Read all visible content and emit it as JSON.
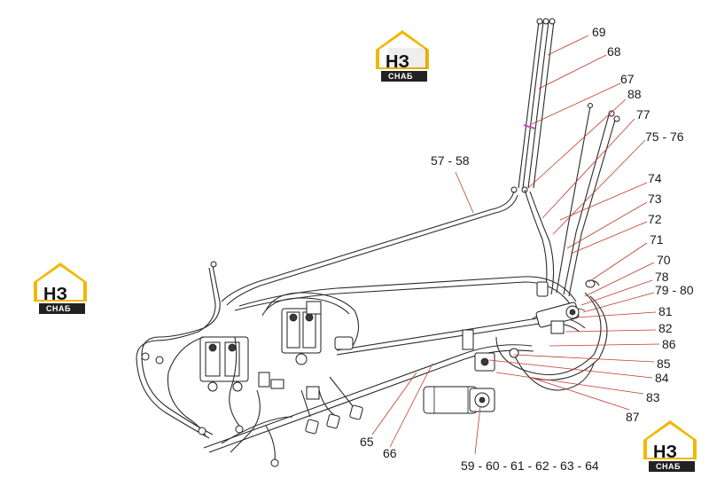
{
  "colors": {
    "logo_gold": "#f2b705",
    "logo_dark": "#222222",
    "leader_red": "#c0392b",
    "line_black": "#2b2b2b"
  },
  "logos": [
    {
      "letters": "НЗ",
      "word": "СНАБ"
    },
    {
      "letters": "НЗ",
      "word": "СНАБ"
    },
    {
      "letters": "НЗ",
      "word": "СНАБ"
    }
  ],
  "callouts": [
    {
      "id": "c69",
      "label": "69"
    },
    {
      "id": "c68",
      "label": "68"
    },
    {
      "id": "c67",
      "label": "67"
    },
    {
      "id": "c88",
      "label": "88"
    },
    {
      "id": "c77",
      "label": "77"
    },
    {
      "id": "c75_76",
      "label": "75 - 76"
    },
    {
      "id": "c74",
      "label": "74"
    },
    {
      "id": "c73",
      "label": "73"
    },
    {
      "id": "c72",
      "label": "72"
    },
    {
      "id": "c71",
      "label": "71"
    },
    {
      "id": "c70",
      "label": "70"
    },
    {
      "id": "c78",
      "label": "78"
    },
    {
      "id": "c79_80",
      "label": "79 - 80"
    },
    {
      "id": "c81",
      "label": "81"
    },
    {
      "id": "c82",
      "label": "82"
    },
    {
      "id": "c86",
      "label": "86"
    },
    {
      "id": "c85",
      "label": "85"
    },
    {
      "id": "c84",
      "label": "84"
    },
    {
      "id": "c83",
      "label": "83"
    },
    {
      "id": "c87",
      "label": "87"
    },
    {
      "id": "c57_58",
      "label": "57 - 58"
    },
    {
      "id": "c65",
      "label": "65"
    },
    {
      "id": "c66",
      "label": "66"
    },
    {
      "id": "c59_64",
      "label": "59 - 60 - 61 - 62 - 63 - 64"
    }
  ]
}
